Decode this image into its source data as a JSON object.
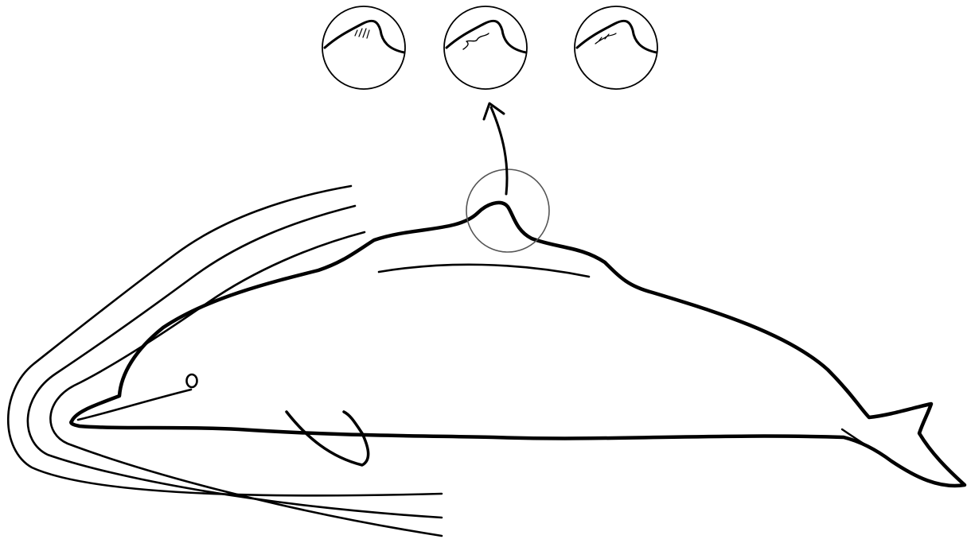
{
  "figure": {
    "subject": "dolphin-dorsal-fin-variation",
    "ink_color": "#000000",
    "background_color": "#ffffff",
    "highlight_region": "dorsal-fin",
    "variant_count": 3,
    "labels": []
  }
}
